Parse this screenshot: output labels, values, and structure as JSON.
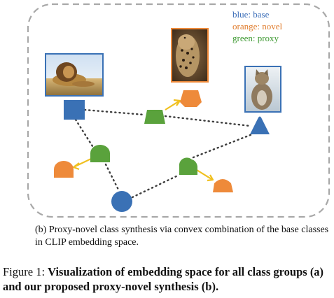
{
  "colors": {
    "base": "#3a71b5",
    "novel": "#ee8a3a",
    "proxy": "#5aa23c",
    "dots": "#3c3c3c",
    "border": "#a8a8a8",
    "text_blue": "#3a6db8",
    "text_orange": "#e07c2c",
    "text_green": "#3f9a33"
  },
  "legend": {
    "base": "blue: base",
    "novel": "orange: novel",
    "proxy": "green: proxy"
  },
  "images": [
    {
      "name": "lion-photo",
      "subject": "lion",
      "frame_color": "#3a71b5"
    },
    {
      "name": "leopard-photo",
      "subject": "leopard",
      "frame_color": "#ee8a3a"
    },
    {
      "name": "cat-photo",
      "subject": "cat",
      "frame_color": "#3a71b5"
    }
  ],
  "subcaption": "(b) Proxy-novel class synthesis via convex combination of the base classes in CLIP embedding space.",
  "caption": {
    "prefix": "Figure 1:",
    "bold": "Visualization of embedding space for all class groups (a) and our proposed proxy-novel synthesis (b)."
  }
}
